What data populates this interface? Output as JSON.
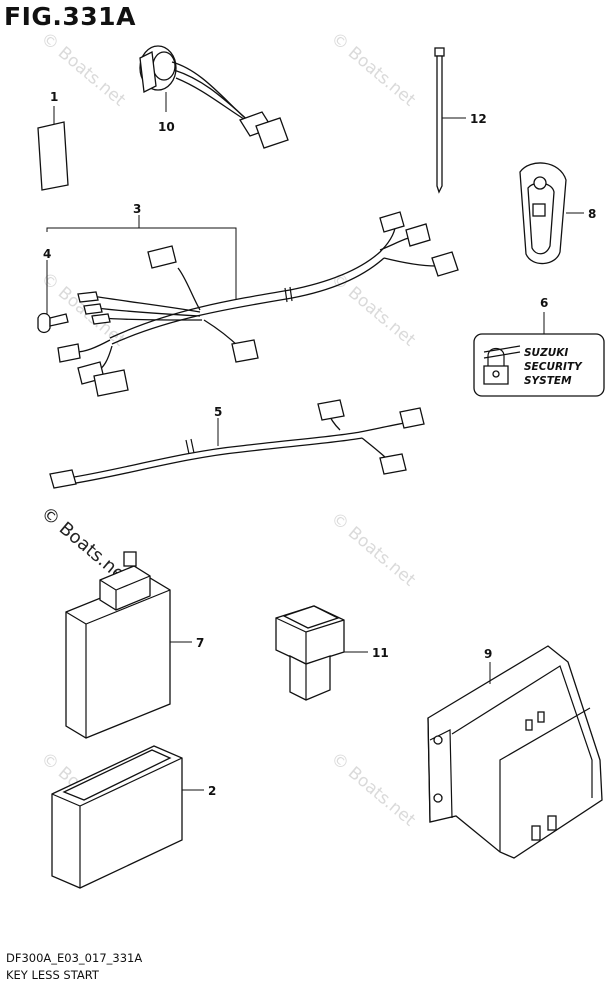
{
  "figure": {
    "title": "FIG.331A"
  },
  "footer": {
    "code": "DF300A_E03_017_331A",
    "caption": "KEY LESS START"
  },
  "callouts": [
    "1",
    "2",
    "3",
    "4",
    "5",
    "6",
    "7",
    "8",
    "9",
    "10",
    "11",
    "12"
  ],
  "label_plate": {
    "lines": [
      "SUZUKI",
      "SECURITY",
      "SYSTEM"
    ]
  },
  "watermark": {
    "text": "© Boats.net"
  }
}
